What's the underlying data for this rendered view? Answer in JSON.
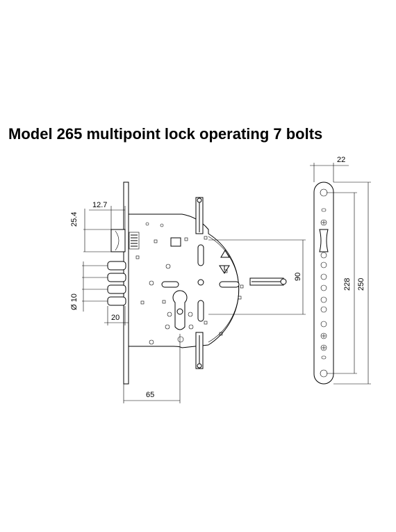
{
  "title": "Model 265 multipoint lock operating 7 bolts",
  "dimensions": {
    "strike_width": "22",
    "latch_height": "12.7",
    "latch_offset": "25.4",
    "bolt_diameter": "Ø 10",
    "bolt_projection": "20",
    "backset": "65",
    "bolt_spacing": "90",
    "hole_spacing": "228",
    "strike_length": "250"
  }
}
